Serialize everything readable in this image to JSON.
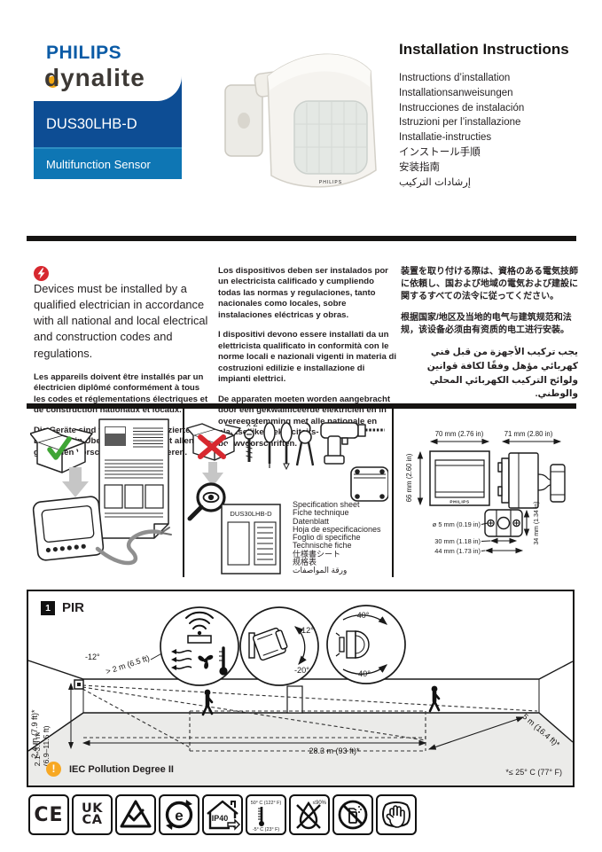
{
  "brand": {
    "philips": "PHILIPS",
    "dynalite": "dynalite",
    "model": "DUS30LHB-D",
    "product": "Multifunction Sensor"
  },
  "title": {
    "main": "Installation Instructions",
    "translations": [
      "Instructions d’installation",
      "Installationsanweisungen",
      "Instrucciones de instalación",
      "Istruzioni per l’installazione",
      "Installatie-instructies",
      "インストール手順",
      "安装指南",
      "إرشادات التركيب"
    ]
  },
  "safety": {
    "en": "Devices must be installed by a qualified electrician in accordance with all national and local electrical and construction codes and regulations.",
    "fr": "Les appareils doivent être installés par un électricien diplômé conformément à tous les codes et réglementations électriques et de construction nationaux et locaux.",
    "de": "Die Geräte sind von einem qualifizierten Elektriker in Übereinstimmung mit allen geltenden Vorschriften zu installieren.",
    "es": "Los dispositivos deben ser instalados por un electricista calificado y cumpliendo todas las normas y regulaciones, tanto nacionales como locales, sobre instalaciones eléctricas y obras.",
    "it": "I dispositivi devono essere installati da un elettricista qualificato in conformità con le norme locali e nazionali vigenti in materia di costruzioni edilizie e installazione di impianti elettrici.",
    "nl": "De apparaten moeten worden aangebracht door een gekwalificeerde elektricien en in overeenstemming met alle nationale en plaatselijke elektriciteits- en bouwvoorschriften.",
    "ja": "装置を取り付ける際は、資格のある電気技師に依頼し、国および地域の電気および建設に関するすべての法令に従ってください。",
    "zh": "根据国家/地区及当地的电气与建筑规范和法规，该设备必须由有资质的电工进行安装。",
    "ar": "يجب تركيب الأجهزة من قبل فني كهربائي مؤهل وفقًا لكافة قوانين ولوائح التركيب الكهربائي المحلي والوطني."
  },
  "contents": {
    "screw_qty": "x 2",
    "sheet_model": "DUS30LHB-D",
    "sheet_labels": [
      "Specification sheet",
      "Fiche technique",
      "Datenblatt",
      "Hoja de especificaciones",
      "Foglio di specifiche",
      "Technische fiche",
      "仕様書シート",
      "规格表",
      "ورقة المواصفات"
    ]
  },
  "dimensions": {
    "front_width": "70 mm (2.76 in)",
    "depth": "71 mm (2.80 in)",
    "height": "66 mm (2.60 in)",
    "device_brand": "PHILIPS",
    "hole_dia": "ø 5 mm (0.19 in)",
    "hole_pitch": "30 mm (1.18 in)",
    "base_width": "44 mm (1.73 in)",
    "base_height": "34 mm (1.34 in)"
  },
  "pir": {
    "step": "1",
    "label": "PIR",
    "alert": "!",
    "mount_height": "2.4 m (7.9 ft)*",
    "mount_range_l1": "2.1–3.5 m",
    "mount_range_l2": "(6.9–11.5 ft)",
    "clearance": "> 2 m (6.5 ft)",
    "sensor_angle": "-12°",
    "tilt_min": "-12°",
    "tilt_max": "-20°",
    "pan_left": "-40°",
    "pan_right": "40°",
    "range_length": "28.3 m (93 ft)*",
    "range_width": "5 m (16.4 ft)*",
    "pollution": "IEC Pollution Degree II",
    "temp_note": "*≤ 25° C (77° F)"
  },
  "certs": {
    "ce": "CE",
    "ukca_top": "UK",
    "ukca_bottom": "CA",
    "rohs_e": "e",
    "ip_rating": "IP40",
    "temp_max": "50° C (122° F)",
    "temp_min": "-5° C (23° F)",
    "humidity": "≤90%"
  }
}
